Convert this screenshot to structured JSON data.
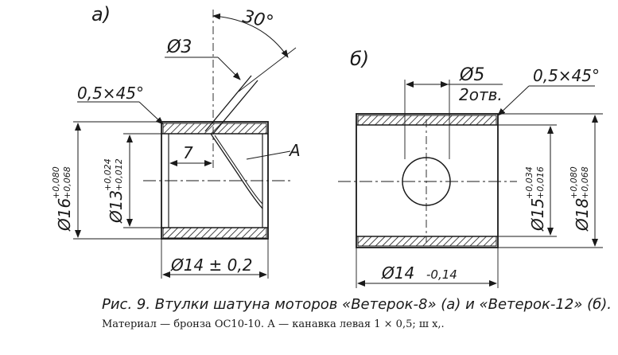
{
  "figure": {
    "part_a": {
      "label": "а)",
      "angle": "30°",
      "hole_diameter": "Ø3",
      "chamfer": "0,5×45°",
      "outer_diameter": "Ø16",
      "outer_tol_upper": "+0,080",
      "outer_tol_lower": "+0,068",
      "inner_diameter": "Ø13",
      "inner_tol_upper": "+0,024",
      "inner_tol_lower": "+0,012",
      "hole_offset": "7",
      "groove_label": "А",
      "length": "Ø14 ± 0,2"
    },
    "part_b": {
      "label": "б)",
      "hole_diameter": "Ø5",
      "hole_count": "2отв.",
      "chamfer": "0,5×45°",
      "inner_diameter": "Ø15",
      "inner_tol_upper": "+0,034",
      "inner_tol_lower": "+0,016",
      "outer_diameter": "Ø18",
      "outer_tol_upper": "+0,080",
      "outer_tol_lower": "+0,068",
      "length": "Ø14",
      "length_tol": "-0,14"
    }
  },
  "caption": {
    "line1": "Рис. 9. Втулки шатуна моторов «Ветерок-8» (а) и «Ветерок-12» (б).",
    "line2": "Материал — бронза ОС10-10. А — канавка левая 1 × 0,5; ш   х,."
  },
  "colors": {
    "ink": "#1a1a1a",
    "background": "#ffffff"
  }
}
